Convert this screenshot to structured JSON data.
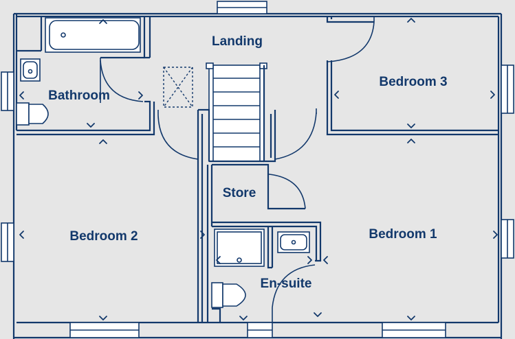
{
  "rooms": {
    "landing": "Landing",
    "bathroom": "Bathroom",
    "bedroom3": "Bedroom 3",
    "bedroom2": "Bedroom 2",
    "store": "Store",
    "bedroom1": "Bedroom 1",
    "ensuite": "En-suite"
  },
  "colors": {
    "wall": "#12386b",
    "floor": "#e6e6e6",
    "background": "#ffffff"
  },
  "icons": {
    "dimension_markers": "chevron-icon",
    "loft_hatch": "loft-hatch-icon"
  }
}
